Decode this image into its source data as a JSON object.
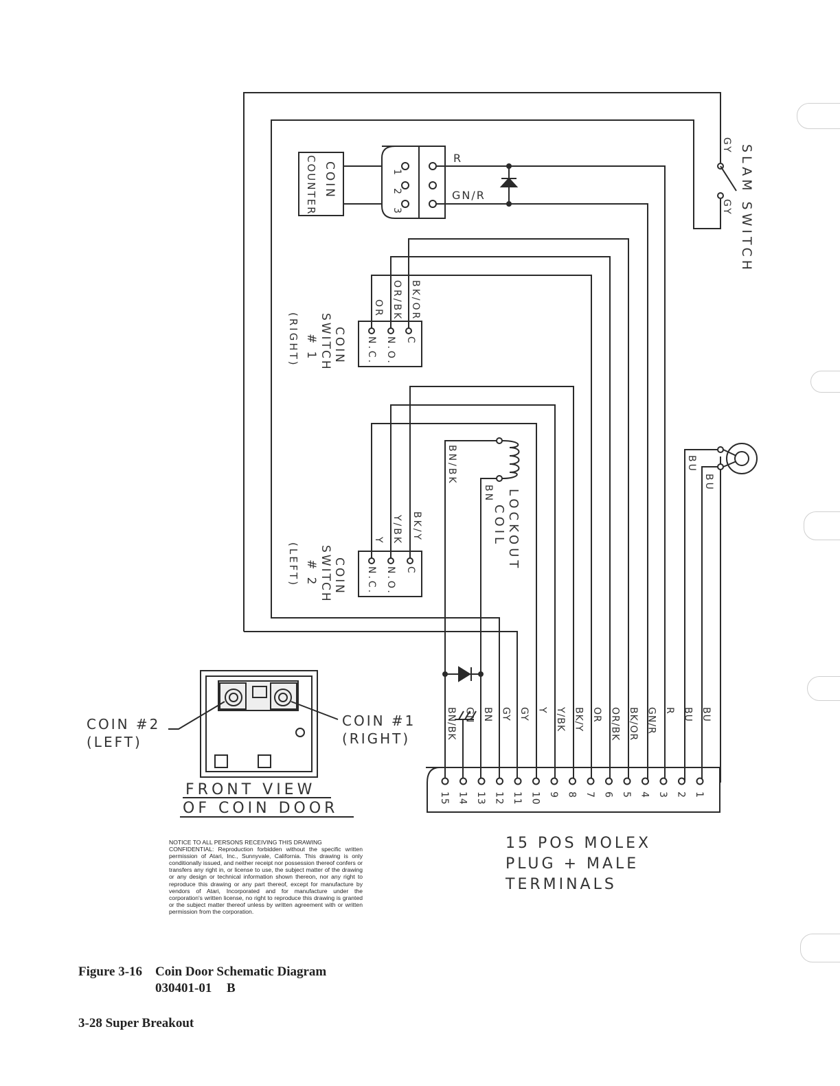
{
  "slam_switch": {
    "label": "SLAM SWITCH",
    "wire_top": "GY",
    "wire_bottom": "GY"
  },
  "coin_counter": {
    "label_line1": "COIN",
    "label_line2": "COUNTER",
    "pin_labels": [
      "1",
      "2",
      "3"
    ],
    "wire_r": "R",
    "wire_gnr": "GN/R"
  },
  "coin_switch_1": {
    "title_line1": "COIN",
    "title_line2": "SWITCH",
    "title_line3": "# 1",
    "title_line4": "(RIGHT)",
    "contacts": [
      "C",
      "N.O.",
      "N.C."
    ],
    "wires": [
      "BK/OR",
      "OR/BK",
      "OR"
    ]
  },
  "coin_switch_2": {
    "title_line1": "COIN",
    "title_line2": "SWITCH",
    "title_line3": "# 2",
    "title_line4": "(LEFT)",
    "contacts": [
      "C",
      "N.O.",
      "N.C."
    ],
    "wires": [
      "BK/Y",
      "Y/BK",
      "Y"
    ]
  },
  "lockout_coil": {
    "label_line1": "LOCKOUT",
    "label_line2": "COIL",
    "wire_bnbk": "BN/BK",
    "wire_bn": "BN"
  },
  "lamp": {
    "wire_left": "BU",
    "wire_right": "BU"
  },
  "connector": {
    "pins": [
      "15",
      "14",
      "13",
      "12",
      "11",
      "10",
      "9",
      "8",
      "7",
      "6",
      "5",
      "4",
      "3",
      "2",
      "1"
    ],
    "wires": [
      "BN/BK",
      "GN",
      "BN",
      "GY",
      "GY",
      "Y",
      "Y/BK",
      "BK/Y",
      "OR",
      "OR/BK",
      "BK/OR",
      "GN/R",
      "R",
      "BU",
      "BU"
    ],
    "note_line1": "15 POS MOLEX",
    "note_line2": "PLUG + MALE",
    "note_line3": "TERMINALS"
  },
  "coin_door": {
    "coin2_line1": "COIN #2",
    "coin2_line2": "(LEFT)",
    "coin1_line1": "COIN #1",
    "coin1_line2": "(RIGHT)",
    "front_view_line1": "FRONT VIEW",
    "front_view_line2": "OF COIN DOOR"
  },
  "notice": {
    "title": "NOTICE TO ALL PERSONS RECEIVING THIS DRAWING",
    "body": "CONFIDENTIAL: Reproduction forbidden without the specific written permission of Atari, Inc., Sunnyvale, California. This drawing is only conditionally issued, and neither receipt nor possession thereof confers or transfers any right in, or license to use, the subject matter of the drawing or any design or technical information shown thereon, nor any right to reproduce this drawing or any part thereof, except for manufacture by vendors of Atari, Incorporated and for manufacture under the corporation's written license, no right to reproduce this drawing is granted or the subject matter thereof unless by written agreement with or written permission from the corporation."
  },
  "caption": {
    "figure": "Figure 3-16",
    "title": "Coin Door Schematic Diagram",
    "part": "030401-01",
    "rev": "B",
    "page": "3-28 Super Breakout"
  }
}
